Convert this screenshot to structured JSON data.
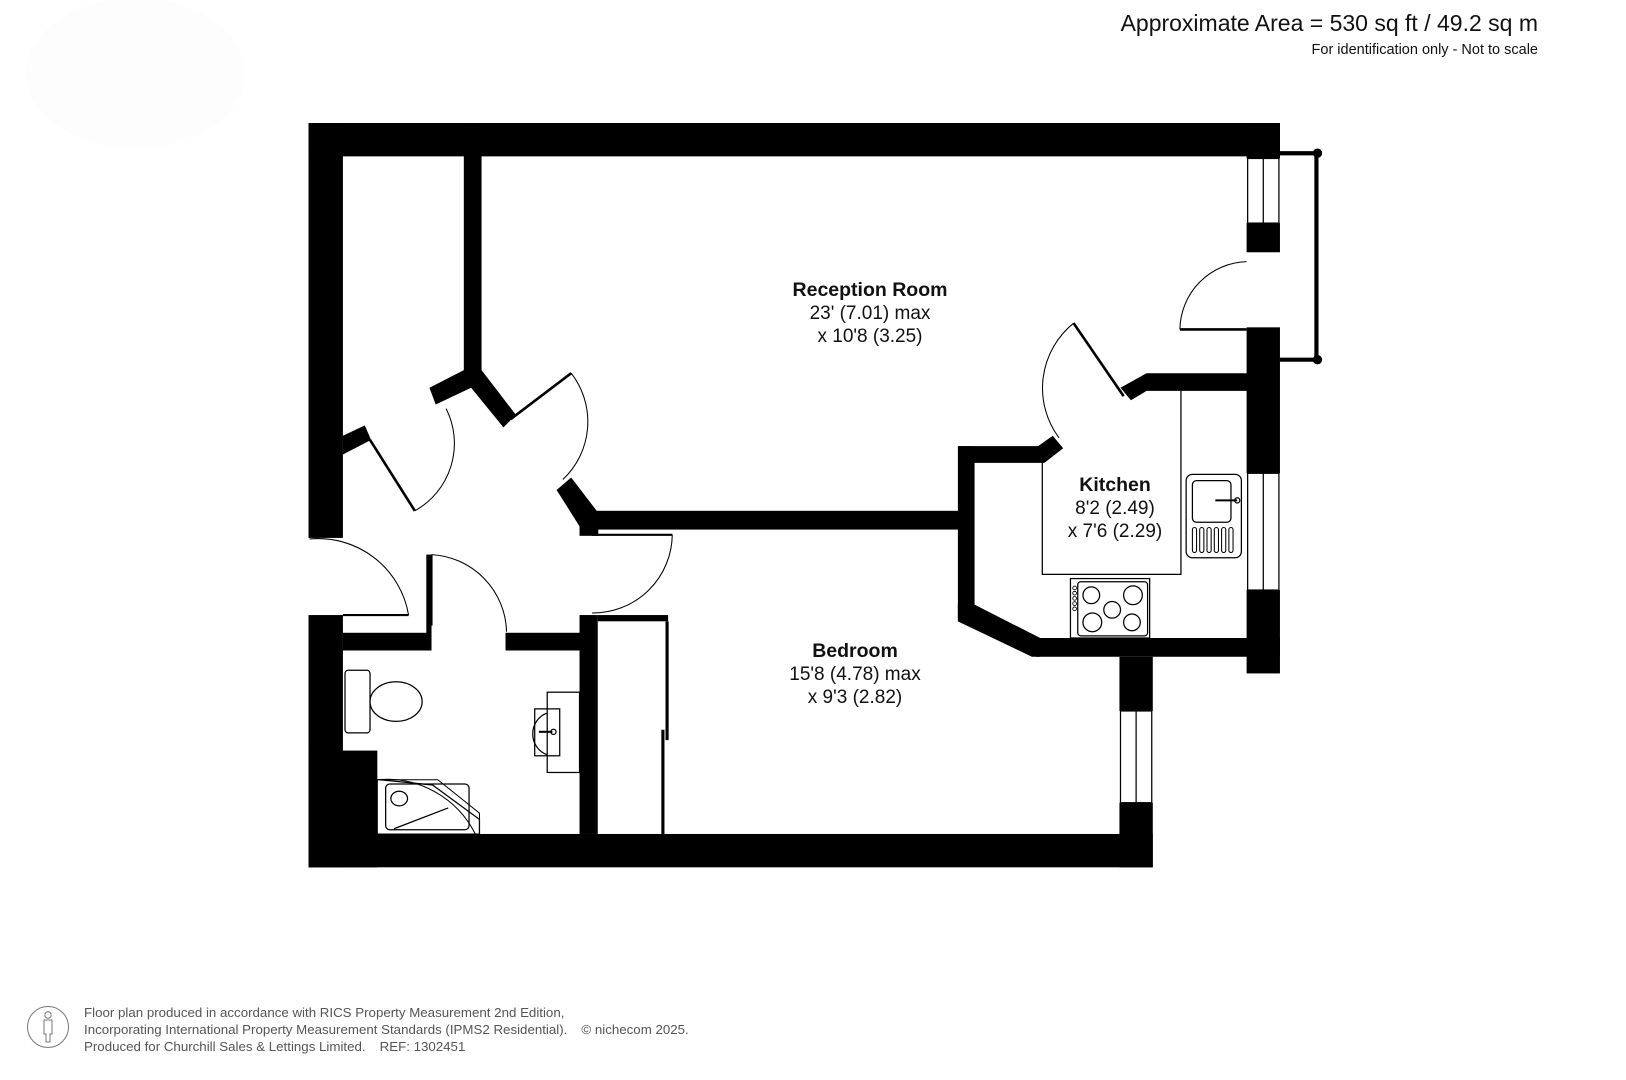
{
  "header": {
    "area": "Approximate Area = 530 sq ft / 49.2 sq m",
    "note": "For identification only - Not to scale"
  },
  "rooms": [
    {
      "name": "Reception Room",
      "dim1": "23' (7.01) max",
      "dim2": "x 10'8 (3.25)"
    },
    {
      "name": "Kitchen",
      "dim1": "8'2 (2.49)",
      "dim2": "x 7'6 (2.29)"
    },
    {
      "name": "Bedroom",
      "dim1": "15'8 (4.78) max",
      "dim2": "x 9'3 (2.82)"
    }
  ],
  "fixtures": {
    "icons": [
      "person-icon",
      "toilet-icon",
      "basin-icon",
      "shower-icon",
      "sink-icon",
      "hob-icon",
      "wardrobe-icon",
      "window-icon",
      "door-icon",
      "balcony-icon"
    ]
  },
  "footer": {
    "line1": "Floor plan produced in accordance with RICS Property Measurement 2nd Edition,",
    "line2": "Incorporating International Property Measurement Standards (IPMS2 Residential).",
    "copyright": "© nichecom 2025.",
    "line3": "Produced for Churchill Sales & Lettings Limited.",
    "ref": "REF: 1302451"
  },
  "colors": {
    "wall": "#000000",
    "background": "#ffffff",
    "text": "#111111",
    "footer_text": "#555555"
  }
}
